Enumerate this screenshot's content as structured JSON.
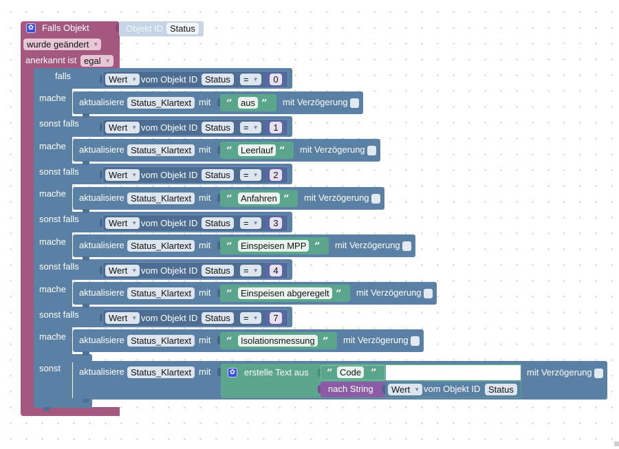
{
  "trigger": {
    "title": "Falls Objekt",
    "object_id_label": "Objekt ID",
    "object_id_value": "Status",
    "changed_value": "wurde geändert",
    "ack_label": "anerkannt ist",
    "ack_value": "egal"
  },
  "if_block": {
    "if_label": "falls",
    "do_label": "mache",
    "elseif_label": "sonst falls",
    "else_label": "sonst",
    "cond_prop": "Wert",
    "cond_text": "vom Objekt ID",
    "cond_object": "Status",
    "cond_op": "=",
    "update_label": "aktualisiere",
    "update_target": "Status_Klartext",
    "with_label": "mit",
    "delay_label": "mit Verzögerung",
    "open_quote": "“",
    "close_quote": "”",
    "branches": [
      {
        "value": "0",
        "text": "aus"
      },
      {
        "value": "1",
        "text": "Leerlauf"
      },
      {
        "value": "2",
        "text": "Anfahren"
      },
      {
        "value": "3",
        "text": "Einspeisen MPP"
      },
      {
        "value": "4",
        "text": "Einspeisen abgeregelt"
      },
      {
        "value": "7",
        "text": "Isolationsmessung"
      }
    ],
    "else_branch": {
      "text_join_label": "erstelle Text aus",
      "code_text": "Code",
      "to_string_label": "nach String",
      "prop": "Wert",
      "prop_text": "vom Objekt ID",
      "object": "Status"
    }
  },
  "colors": {
    "trigger": "#a5587f",
    "logic": "#5b80a5",
    "text": "#5ba58c",
    "math": "#5b67a5",
    "convert": "#8c5ba5"
  }
}
